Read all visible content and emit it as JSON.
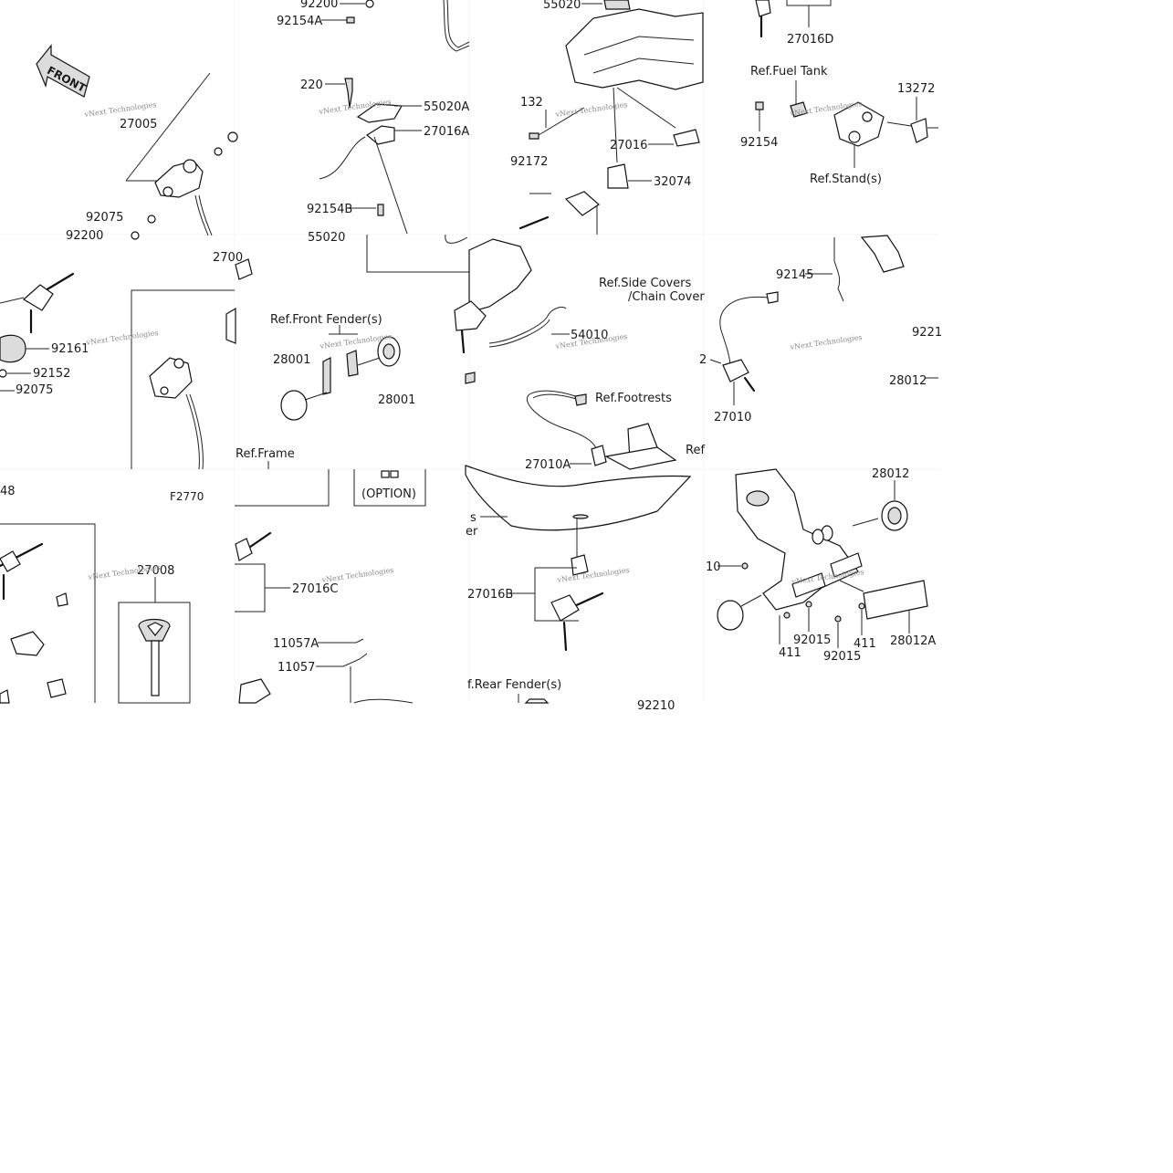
{
  "labels": {
    "front": "FRONT",
    "p92200": "92200",
    "p92154A": "92154A",
    "p55020": "55020",
    "p27016D": "27016D",
    "p220": "220",
    "p55020A": "55020A",
    "p27016A": "27016A",
    "p27005": "27005",
    "p132": "132",
    "p27016": "27016",
    "p92172": "92172",
    "p32074": "32074",
    "refFuelTank": "Ref.Fuel Tank",
    "p13272": "13272",
    "p92154": "92154",
    "refStands": "Ref.Stand(s)",
    "p92075a": "92075",
    "p92200b": "92200",
    "p92154B": "92154B",
    "p55020b": "55020",
    "p2700": "2700",
    "p92145": "92145",
    "refSideCovers": "Ref.Side Covers",
    "chainCover": "/Chain Cover",
    "refFrontFender": "Ref.Front Fender(s)",
    "p92161": "92161",
    "p92152": "92152",
    "p92075b": "92075",
    "p28001a": "28001",
    "p28001b": "28001",
    "p54010": "54010",
    "p9221": "9221",
    "p28012": "28012",
    "p27010": "27010",
    "p2": "2",
    "refFootrests": "Ref.Footrests",
    "ref": "Ref",
    "refFrame": "Ref.Frame",
    "p27010A": "27010A",
    "option": "(OPTION)",
    "p48": "48",
    "f2770": "F2770",
    "p28012b": "28012",
    "s": "s",
    "er": "er",
    "p10": "10",
    "p27008": "27008",
    "p27016C": "27016C",
    "p27016B": "27016B",
    "p411a": "411",
    "p92015a": "92015",
    "p92015b": "92015",
    "p411b": "411",
    "p28012A": "28012A",
    "p11057A": "11057A",
    "p11057": "11057",
    "refRearFender": "f.Rear Fender(s)",
    "p92210": "92210"
  },
  "watermark": "vNext Technologies"
}
